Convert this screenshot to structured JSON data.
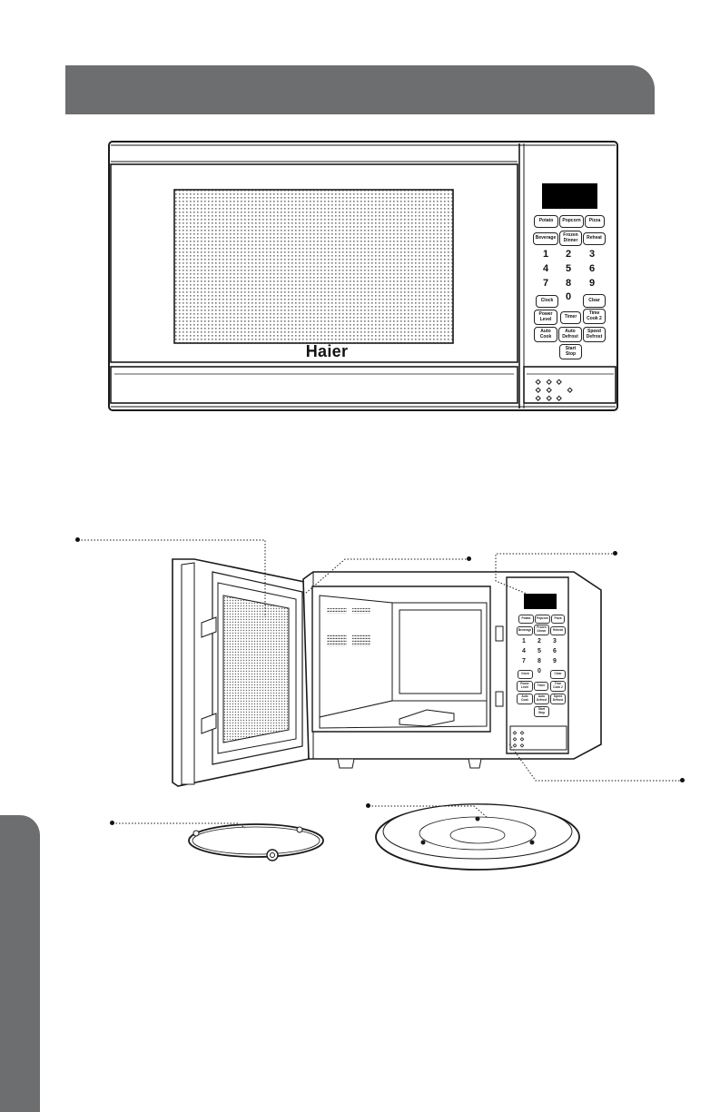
{
  "brand": {
    "logo_text": "Haier"
  },
  "colors": {
    "header_gray": "#6d6e70",
    "line": "#1a1a1a",
    "display": "#000000"
  },
  "control_panel": {
    "row1": [
      "Potato",
      "Popcorn",
      "Pizza"
    ],
    "row2": [
      "Beverage",
      "Frozen Dinner",
      "Reheat"
    ],
    "digits_row1": [
      "1",
      "2",
      "3"
    ],
    "digits_row2": [
      "4",
      "5",
      "6"
    ],
    "digits_row3": [
      "7",
      "8",
      "9"
    ],
    "clock": "Clock",
    "zero": "0",
    "clear": "Clear",
    "row_power": [
      "Power Level",
      "Timer",
      "Time Cook 2"
    ],
    "row_auto": [
      "Auto Cook",
      "Auto Defrost",
      "Speed Defrost"
    ],
    "start_stop": "Start Stop"
  }
}
